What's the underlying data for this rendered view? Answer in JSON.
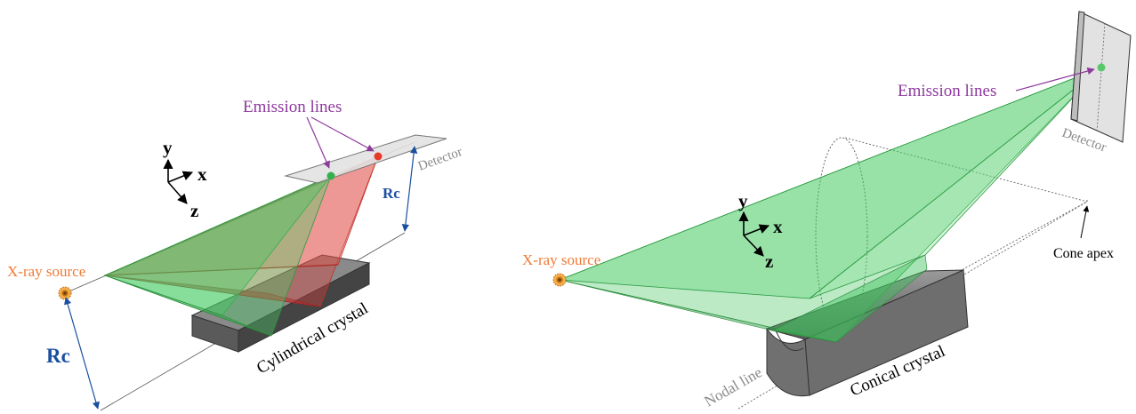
{
  "left_panel": {
    "emission_label": "Emission lines",
    "detector_label": "Detector",
    "source_label": "X-ray source",
    "crystal_label": "Cylindrical crystal",
    "radius_label_top": "Rc",
    "radius_label_bottom": "Rc",
    "axes": {
      "y": "y",
      "x": "x",
      "z": "z"
    }
  },
  "right_panel": {
    "emission_label": "Emission lines",
    "detector_label": "Detector",
    "source_label": "X-ray source",
    "crystal_label": "Conical crystal",
    "nodal_label": "Nodal line",
    "apex_label": "Cone apex",
    "axes": {
      "y": "y",
      "x": "x",
      "z": "z"
    }
  },
  "colors": {
    "emission": "#8e3a9d",
    "source": "#f07a35",
    "radius": "#1a4fa0",
    "green_beam": "#3cc45a",
    "red_beam": "#e0403a",
    "crystal": "#6e6e6e",
    "detector": "#e2e2e2"
  },
  "icons": {
    "source": "sun-burst-icon"
  }
}
